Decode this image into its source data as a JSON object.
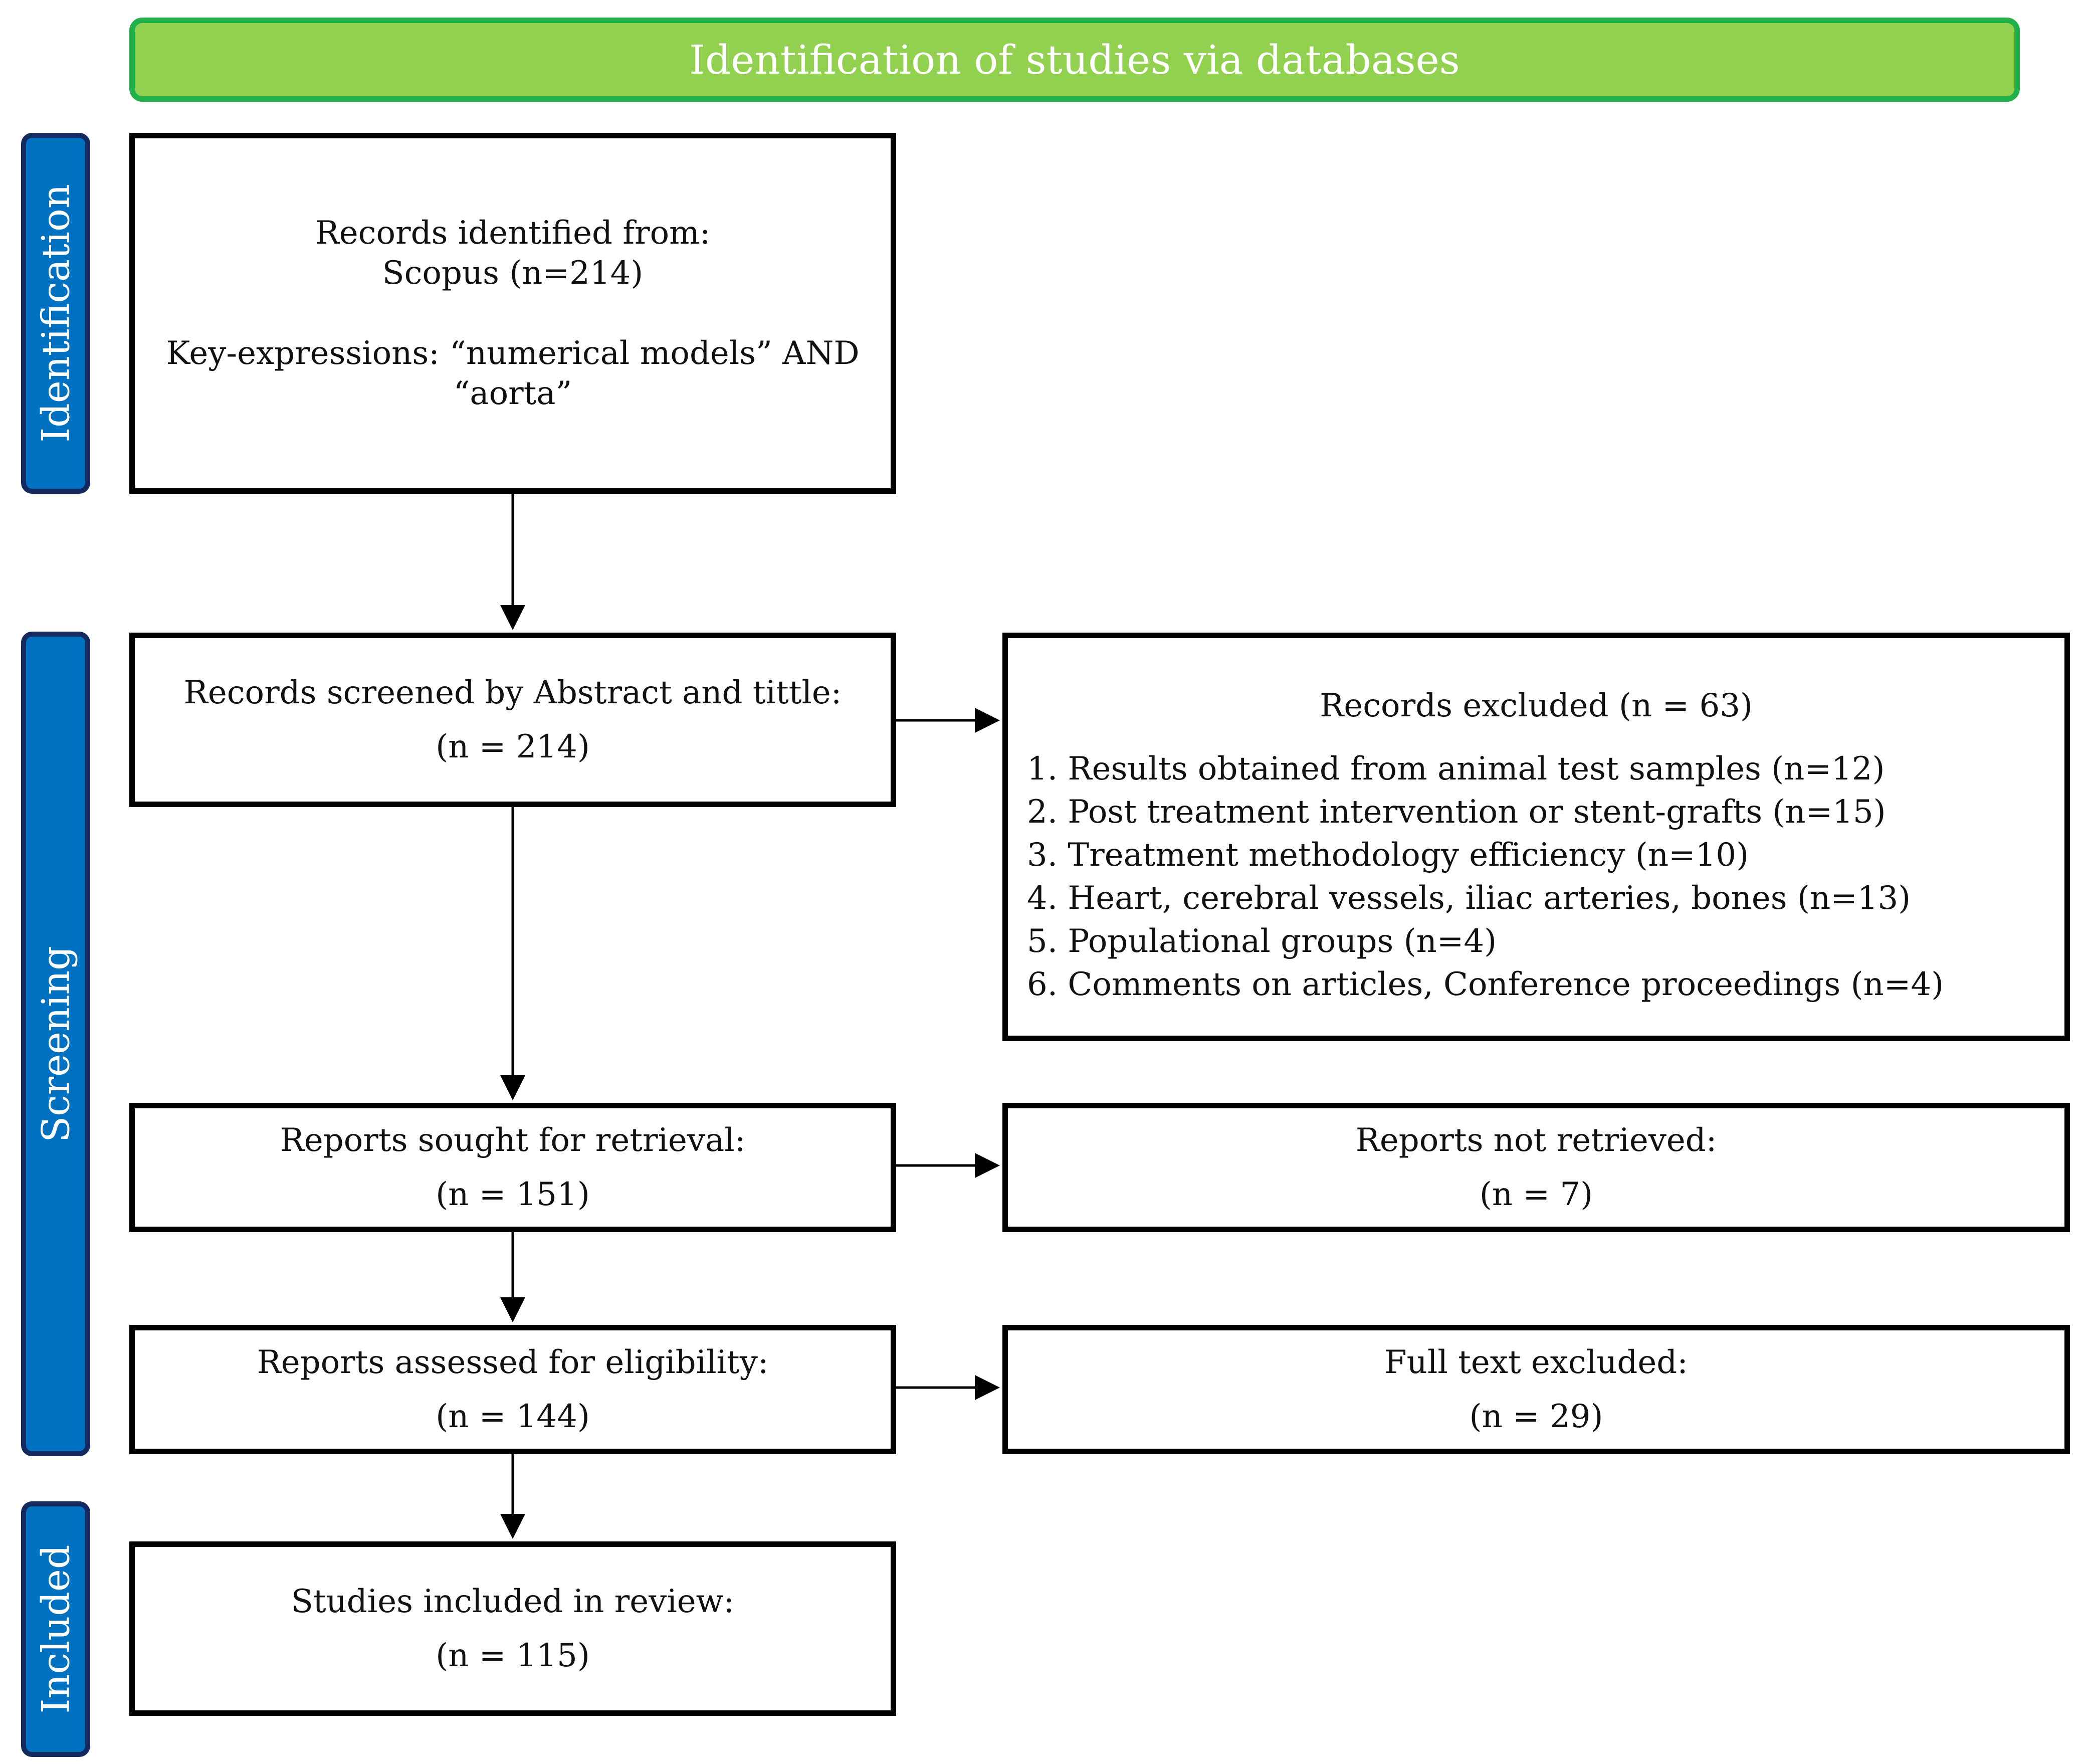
{
  "header": {
    "title": "Identification of studies via databases"
  },
  "phases": {
    "identification": "Identification",
    "screening": "Screening",
    "included": "Included"
  },
  "identified": {
    "line1": "Records identified from:",
    "line2": "Scopus (n=214)",
    "line3": "Key-expressions: “numerical models” AND",
    "line4": "“aorta”"
  },
  "screened": {
    "label": "Records screened by Abstract and tittle:",
    "count": "(n = 214)"
  },
  "excluded": {
    "title": "Records excluded (n = 63)",
    "items": [
      "1. Results obtained from animal test samples (n=12)",
      "2. Post treatment intervention or stent-grafts (n=15)",
      "3. Treatment methodology efficiency (n=10)",
      "4. Heart, cerebral vessels, iliac arteries, bones (n=13)",
      "5. Populational groups (n=4)",
      "6. Comments on articles, Conference proceedings (n=4)"
    ]
  },
  "sought": {
    "label": "Reports sought for retrieval:",
    "count": "(n = 151)"
  },
  "not_retrieved": {
    "label": "Reports not retrieved:",
    "count": "(n = 7)"
  },
  "assessed": {
    "label": "Reports assessed for eligibility:",
    "count": "(n = 144)"
  },
  "full_text_excluded": {
    "label": "Full text excluded:",
    "count": "(n = 29)"
  },
  "included_box": {
    "label": "Studies included in review:",
    "count": "(n = 115)"
  }
}
